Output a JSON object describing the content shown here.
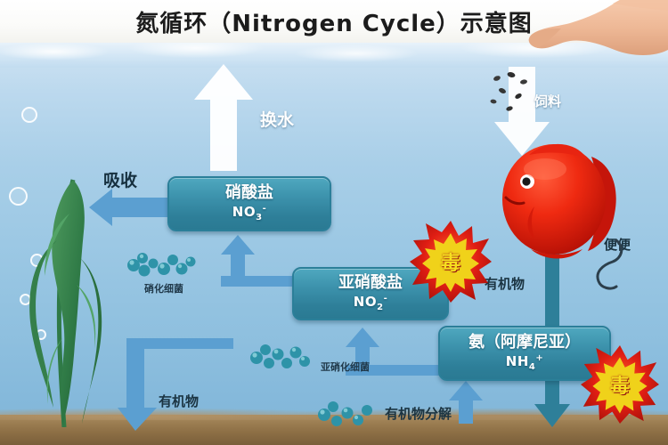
{
  "title": "氮循环（Nitrogen Cycle）示意图",
  "colors": {
    "box_fill": "#3d93ad",
    "box_border": "#2b7f99",
    "arrow_blue": "#5b9fd1",
    "arrow_dark": "#2e7f99",
    "water_top": "#cfe3f2",
    "water_bottom": "#7fb5d8",
    "seabed": "#8e7046",
    "toxic_red": "#d61f1f",
    "toxic_yellow": "#f6e01f",
    "fish_red": "#e01b0c",
    "plant_green": "#2f7a46"
  },
  "compounds": [
    {
      "id": "nitrate",
      "name": "硝酸盐",
      "formula_main": "NO",
      "formula_sub": "3",
      "formula_sup": "-"
    },
    {
      "id": "nitrite",
      "name": "亚硝酸盐",
      "formula_main": "NO",
      "formula_sub": "2",
      "formula_sup": "-"
    },
    {
      "id": "ammonia",
      "name": "氨（阿摩尼亚）",
      "formula_main": "NH",
      "formula_sub": "4",
      "formula_sup": "+"
    }
  ],
  "labels": {
    "water_change": "换水",
    "absorption": "吸收",
    "feed": "饲料",
    "poop": "便便",
    "organic_matter_right": "有机物",
    "organic_matter_left": "有机物",
    "organic_decomposition": "有机物分解",
    "nitrifying_bacteria": "硝化细菌",
    "nitrosifying_bacteria": "亚硝化细菌",
    "toxic_1": "毒",
    "toxic_2": "毒"
  },
  "icons": {
    "hand": "hand-icon",
    "fish": "fish-icon",
    "plant": "aquatic-plant-icon",
    "bubbles": "bubbles-icon",
    "feed_pellets": "feed-pellets-icon",
    "bacteria": "bacteria-cluster-icon",
    "up_arrow_white": "up-arrow-icon",
    "down_arrow_white": "down-arrow-icon"
  }
}
